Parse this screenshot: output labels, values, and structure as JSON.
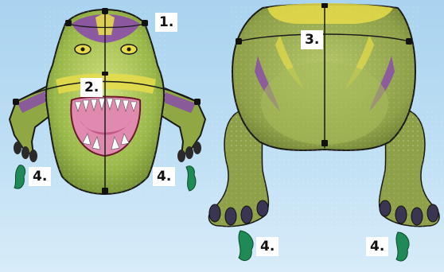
{
  "labels": {
    "head_top": "1.",
    "head_mid": "2.",
    "body_top": "3.",
    "tail_left_a": "4.",
    "tail_left_b": "4.",
    "tail_right_a": "4.",
    "tail_right_b": "4."
  },
  "colors": {
    "sky": "#bfdff4",
    "kite_green": "#8fa844",
    "kite_yellow": "#e6dc4a",
    "kite_purple": "#8a4ea8",
    "mouth_pink": "#e08ab0",
    "tail_green": "#1f8a55",
    "outline": "#1a1a1a"
  }
}
